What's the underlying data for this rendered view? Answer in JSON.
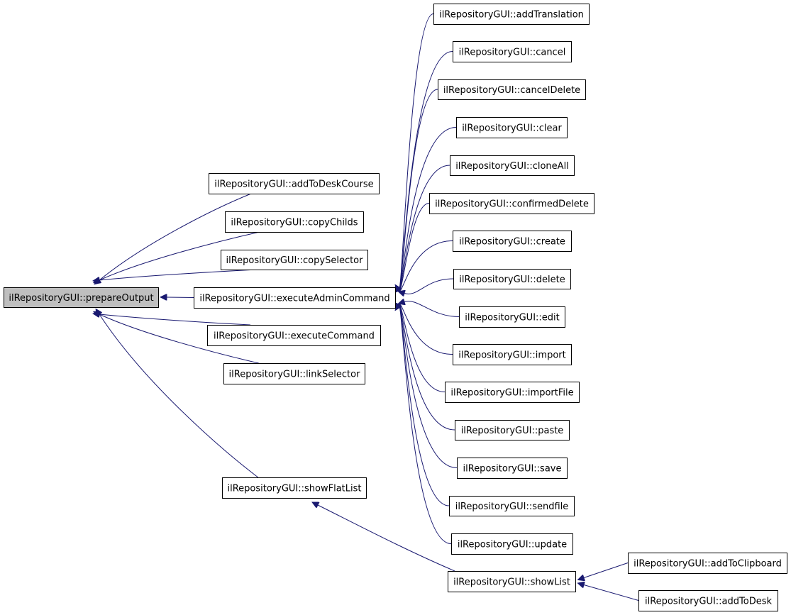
{
  "diagram": {
    "edge_color": "#191970",
    "focus_fill": "#bfbfbf",
    "nodes": [
      {
        "id": "prepareOutput",
        "label": "ilRepositoryGUI::prepareOutput",
        "focus": true
      },
      {
        "id": "addToDeskCourse",
        "label": "ilRepositoryGUI::addToDeskCourse"
      },
      {
        "id": "copyChilds",
        "label": "ilRepositoryGUI::copyChilds"
      },
      {
        "id": "copySelector",
        "label": "ilRepositoryGUI::copySelector"
      },
      {
        "id": "executeAdminCommand",
        "label": "ilRepositoryGUI::executeAdminCommand"
      },
      {
        "id": "executeCommand",
        "label": "ilRepositoryGUI::executeCommand"
      },
      {
        "id": "linkSelector",
        "label": "ilRepositoryGUI::linkSelector"
      },
      {
        "id": "showFlatList",
        "label": "ilRepositoryGUI::showFlatList"
      },
      {
        "id": "addTranslation",
        "label": "ilRepositoryGUI::addTranslation"
      },
      {
        "id": "cancel",
        "label": "ilRepositoryGUI::cancel"
      },
      {
        "id": "cancelDelete",
        "label": "ilRepositoryGUI::cancelDelete"
      },
      {
        "id": "clear",
        "label": "ilRepositoryGUI::clear"
      },
      {
        "id": "cloneAll",
        "label": "ilRepositoryGUI::cloneAll"
      },
      {
        "id": "confirmedDelete",
        "label": "ilRepositoryGUI::confirmedDelete"
      },
      {
        "id": "create",
        "label": "ilRepositoryGUI::create"
      },
      {
        "id": "delete",
        "label": "ilRepositoryGUI::delete"
      },
      {
        "id": "edit",
        "label": "ilRepositoryGUI::edit"
      },
      {
        "id": "import",
        "label": "ilRepositoryGUI::import"
      },
      {
        "id": "importFile",
        "label": "ilRepositoryGUI::importFile"
      },
      {
        "id": "paste",
        "label": "ilRepositoryGUI::paste"
      },
      {
        "id": "save",
        "label": "ilRepositoryGUI::save"
      },
      {
        "id": "sendfile",
        "label": "ilRepositoryGUI::sendfile"
      },
      {
        "id": "update",
        "label": "ilRepositoryGUI::update"
      },
      {
        "id": "showList",
        "label": "ilRepositoryGUI::showList"
      },
      {
        "id": "addToClipboard",
        "label": "ilRepositoryGUI::addToClipboard"
      },
      {
        "id": "addToDesk",
        "label": "ilRepositoryGUI::addToDesk"
      }
    ],
    "edges": [
      {
        "from": "addToDeskCourse",
        "to": "prepareOutput"
      },
      {
        "from": "copyChilds",
        "to": "prepareOutput"
      },
      {
        "from": "copySelector",
        "to": "prepareOutput"
      },
      {
        "from": "executeAdminCommand",
        "to": "prepareOutput"
      },
      {
        "from": "executeCommand",
        "to": "prepareOutput"
      },
      {
        "from": "linkSelector",
        "to": "prepareOutput"
      },
      {
        "from": "showFlatList",
        "to": "prepareOutput"
      },
      {
        "from": "addTranslation",
        "to": "executeAdminCommand"
      },
      {
        "from": "cancel",
        "to": "executeAdminCommand"
      },
      {
        "from": "cancelDelete",
        "to": "executeAdminCommand"
      },
      {
        "from": "clear",
        "to": "executeAdminCommand"
      },
      {
        "from": "cloneAll",
        "to": "executeAdminCommand"
      },
      {
        "from": "confirmedDelete",
        "to": "executeAdminCommand"
      },
      {
        "from": "create",
        "to": "executeAdminCommand"
      },
      {
        "from": "delete",
        "to": "executeAdminCommand"
      },
      {
        "from": "edit",
        "to": "executeAdminCommand"
      },
      {
        "from": "import",
        "to": "executeAdminCommand"
      },
      {
        "from": "importFile",
        "to": "executeAdminCommand"
      },
      {
        "from": "paste",
        "to": "executeAdminCommand"
      },
      {
        "from": "save",
        "to": "executeAdminCommand"
      },
      {
        "from": "sendfile",
        "to": "executeAdminCommand"
      },
      {
        "from": "update",
        "to": "executeAdminCommand"
      },
      {
        "from": "showList",
        "to": "showFlatList"
      },
      {
        "from": "addToClipboard",
        "to": "showList"
      },
      {
        "from": "addToDesk",
        "to": "showList"
      }
    ]
  }
}
